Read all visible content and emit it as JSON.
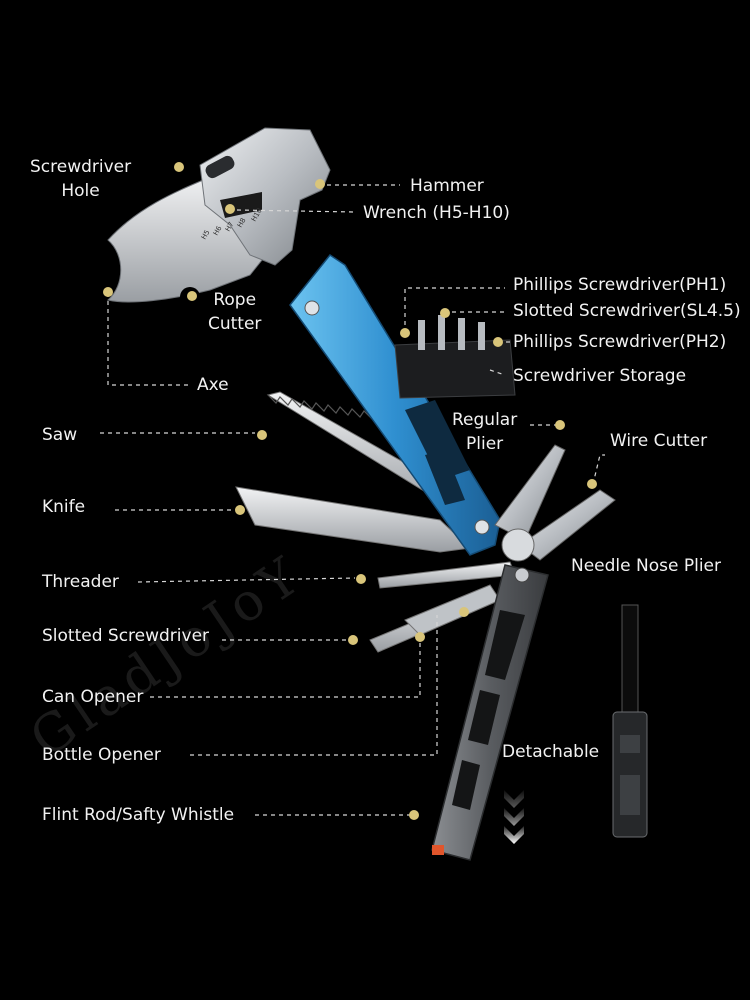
{
  "watermark": "GladJoJoY",
  "colors": {
    "background": "#000000",
    "handle_blue": "#2f8fd0",
    "steel": "#c9ccd0",
    "dot": "#d9c57a",
    "label_text": "#f2f2f2"
  },
  "labels": {
    "screwdriver_hole": "Screwdriver\nHole",
    "hammer": "Hammer",
    "wrench": "Wrench (H5-H10)",
    "rope_cutter": "Rope\nCutter",
    "axe": "Axe",
    "phillips_ph1": "Phillips Screwdriver(PH1)",
    "slotted_sl45": "Slotted Screwdriver(SL4.5)",
    "phillips_ph2": "Phillips Screwdriver(PH2)",
    "screwdriver_storage": "Screwdriver Storage",
    "saw": "Saw",
    "regular_plier": "Regular\nPlier",
    "wire_cutter": "Wire Cutter",
    "knife": "Knife",
    "needle_nose_plier": "Needle Nose Plier",
    "threader": "Threader",
    "slotted_screwdriver": "Slotted Screwdriver",
    "can_opener": "Can Opener",
    "bottle_opener": "Bottle Opener",
    "detachable": "Detachable",
    "flint_rod": "Flint Rod/Safty Whistle"
  },
  "wrench_sizes": [
    "H5",
    "H6",
    "H7",
    "H8",
    "H10"
  ],
  "icons": {
    "down_arrows": "chevron-down-stack-icon",
    "dots": "callout-dot-icon"
  }
}
